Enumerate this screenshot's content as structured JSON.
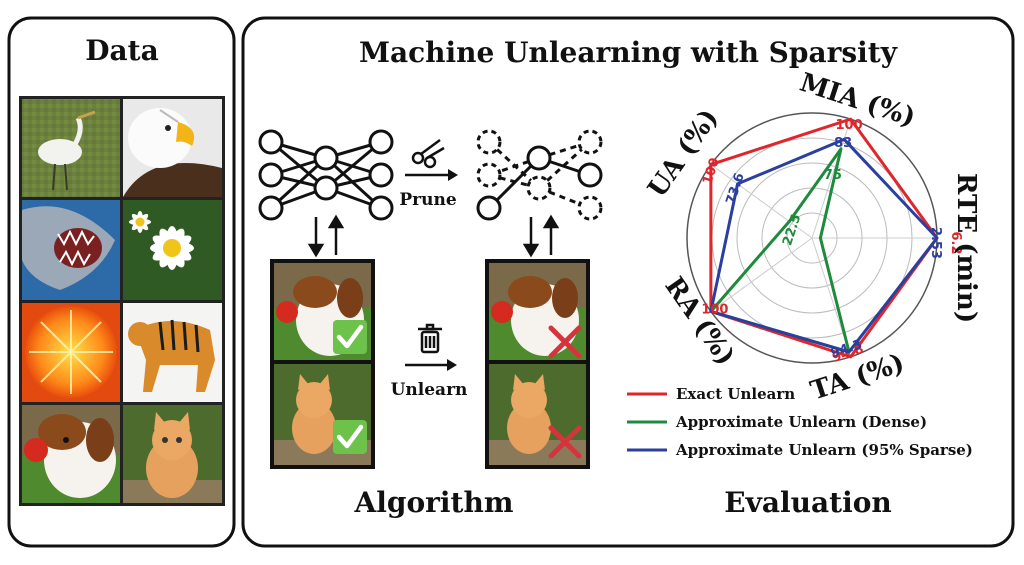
{
  "panels": {
    "data_title": "Data",
    "main_title": "Machine Unlearning with Sparsity",
    "algorithm_title": "Algorithm",
    "evaluation_title": "Evaluation"
  },
  "algorithm": {
    "prune_label": "Prune",
    "unlearn_label": "Unlearn"
  },
  "data_images": [
    "egret",
    "eagle",
    "shark",
    "daisy",
    "orange",
    "tiger",
    "dog",
    "cat"
  ],
  "colors": {
    "exact": "#e0262b",
    "dense": "#1e8a3c",
    "sparse": "#2b3f9e",
    "check": "#6cc24a",
    "cross": "#d4353d"
  },
  "chart_data": {
    "type": "radar",
    "axes": [
      "MIA (%)",
      "RTE (min)",
      "TA (%)",
      "RA (%)",
      "UA (%)"
    ],
    "series": [
      {
        "name": "Exact Unlearn",
        "values": [
          100,
          6.2,
          94.8,
          100,
          100
        ],
        "labels": [
          "100",
          "6.2",
          "94.8",
          "100",
          "100"
        ]
      },
      {
        "name": "Approximate Unlearn (Dense)",
        "values": [
          75,
          0.17,
          94.3,
          100,
          22.5
        ],
        "labels": [
          "75",
          "",
          "",
          "",
          "22.5"
        ]
      },
      {
        "name": "Approximate Unlearn (95% Sparse)",
        "values": [
          83,
          2.53,
          94.3,
          100,
          73.6
        ],
        "labels": [
          "83",
          "2.53",
          "94.3",
          "",
          "73.6"
        ]
      }
    ]
  }
}
